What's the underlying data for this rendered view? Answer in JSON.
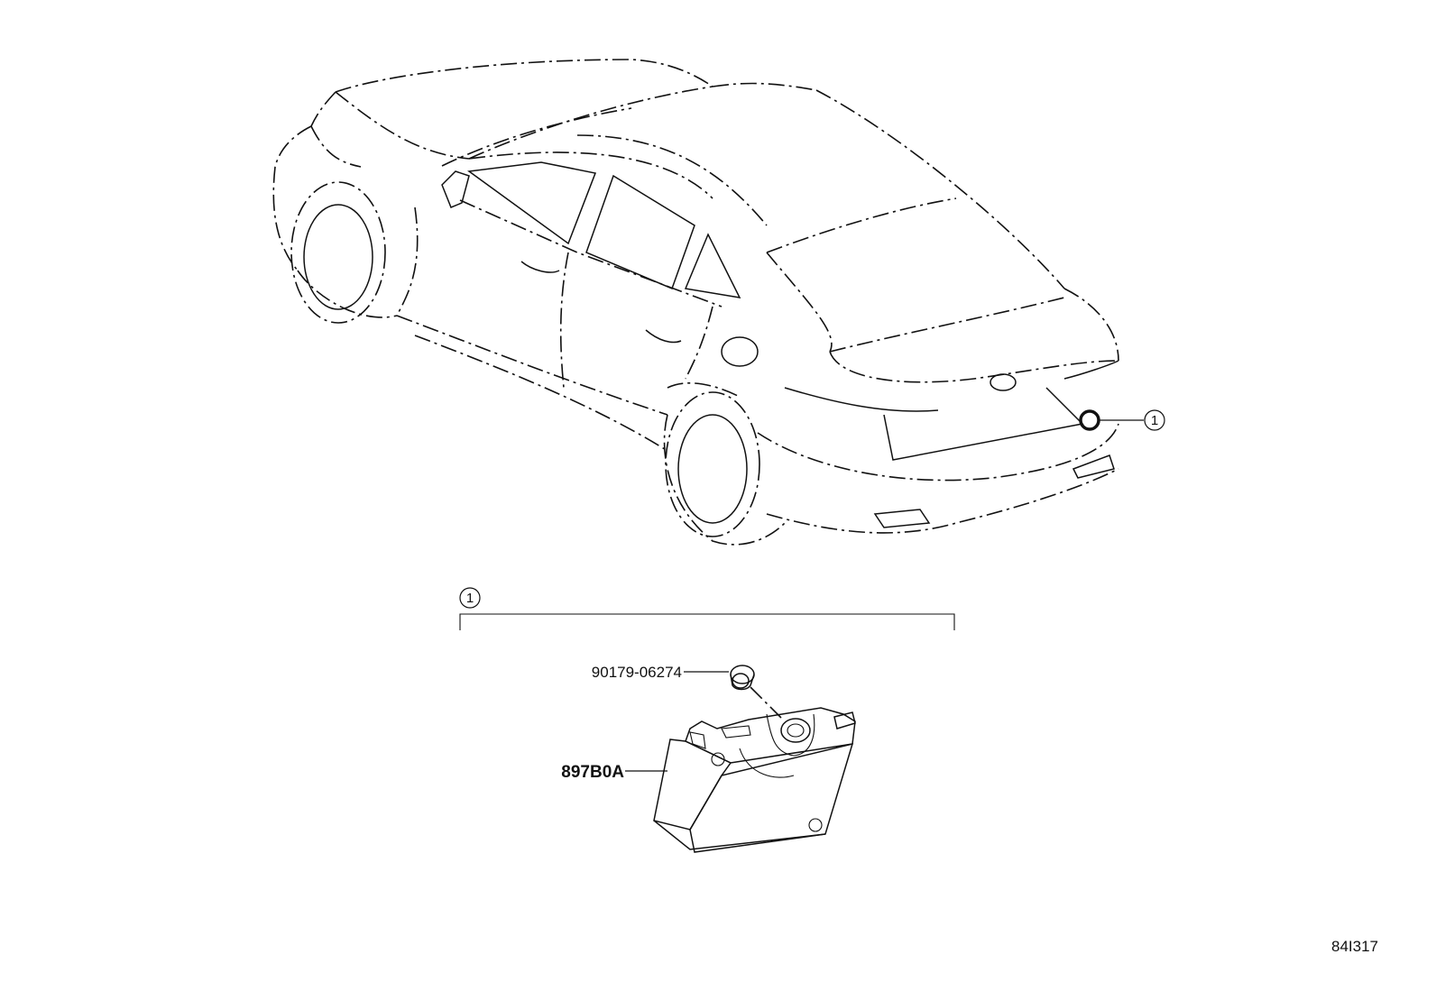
{
  "diagram": {
    "callouts": {
      "vehicle_callout": "1",
      "group_callout": "1"
    },
    "parts": [
      {
        "id": "bolt",
        "number": "90179-06274",
        "bold": false
      },
      {
        "id": "module",
        "number": "897B0A",
        "bold": true
      }
    ],
    "reference_code": "84I317"
  }
}
